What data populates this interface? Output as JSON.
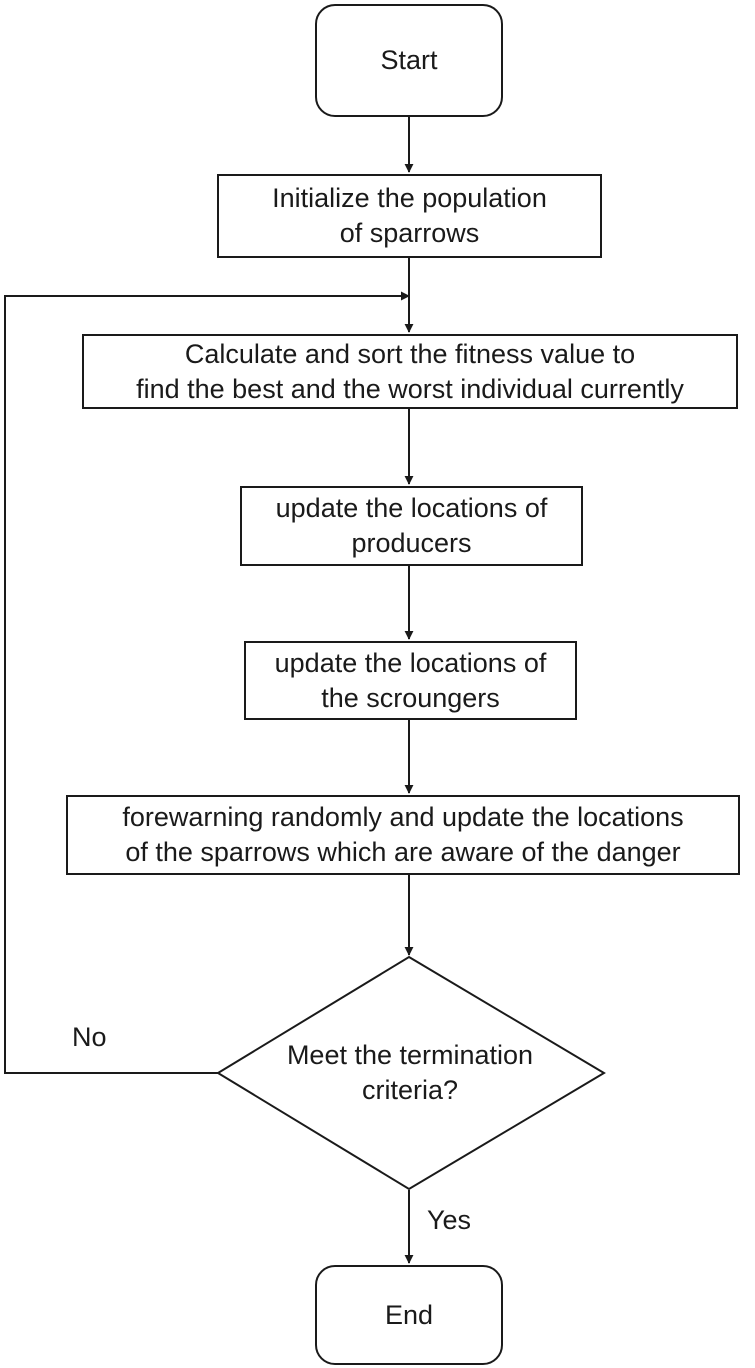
{
  "flowchart": {
    "start": "Start",
    "init_line1": "Initialize the population",
    "init_line2": "of sparrows",
    "fitness_line1": "Calculate and sort the fitness value to",
    "fitness_line2": "find the best and the worst individual currently",
    "producers_line1": "update the locations of",
    "producers_line2": "producers",
    "scroungers_line1": "update the locations of",
    "scroungers_line2": "the scroungers",
    "forewarning_line1": "forewarning randomly and update the locations",
    "forewarning_line2": "of the sparrows which are aware of the danger",
    "decision_line1": "Meet the termination",
    "decision_line2": "criteria?",
    "label_no": "No",
    "label_yes": "Yes",
    "end": "End"
  },
  "colors": {
    "stroke": "#1a1a1a",
    "background": "#ffffff"
  }
}
